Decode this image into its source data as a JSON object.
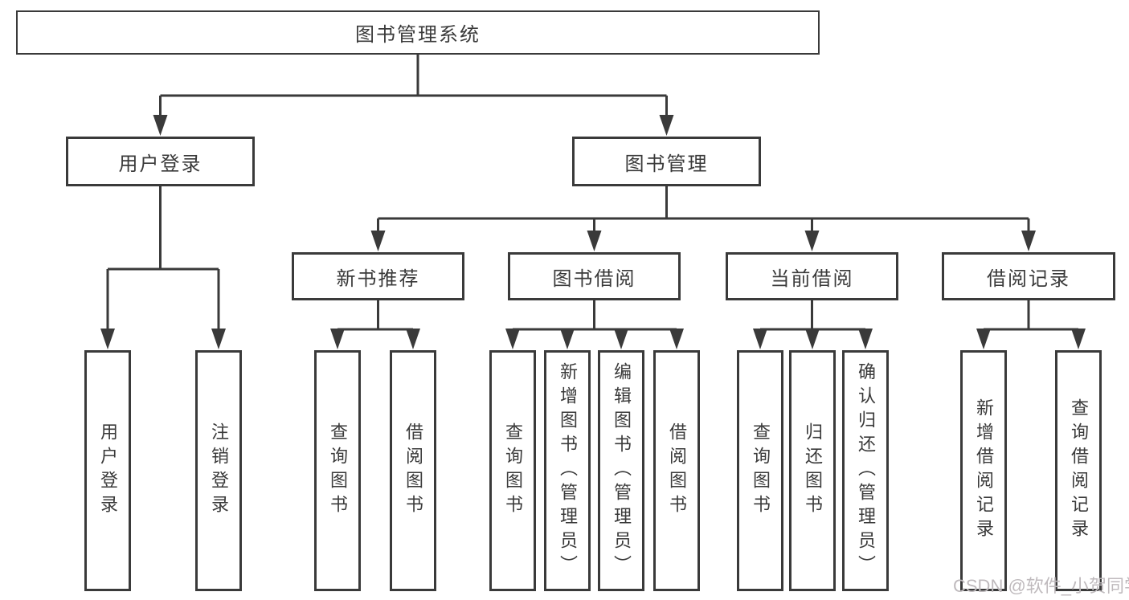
{
  "diagram": {
    "root": {
      "label": "图书管理系统"
    },
    "level2": {
      "user_login": {
        "label": "用户登录"
      },
      "book_mgmt": {
        "label": "图书管理"
      }
    },
    "level3": {
      "new_books": {
        "label": "新书推荐"
      },
      "book_borrow": {
        "label": "图书借阅"
      },
      "current_borrow": {
        "label": "当前借阅"
      },
      "borrow_records": {
        "label": "借阅记录"
      }
    },
    "leaves": {
      "user_login": [
        "用户登录",
        "注销登录"
      ],
      "new_books": [
        "查询图书",
        "借阅图书"
      ],
      "book_borrow": [
        "查询图书",
        "新增图书（管理员）",
        "编辑图书（管理员）",
        "借阅图书"
      ],
      "current_borrow": [
        "查询图书",
        "归还图书",
        "确认归还（管理员）"
      ],
      "borrow_records": [
        "新增借阅记录",
        "查询借阅记录"
      ]
    }
  },
  "watermark": {
    "text": "CSDN @软件_小贺同学"
  },
  "colors": {
    "line": "#3a3a3a",
    "text": "#3a3a3a",
    "watermark": "#bfbabd",
    "background": "#ffffff"
  }
}
